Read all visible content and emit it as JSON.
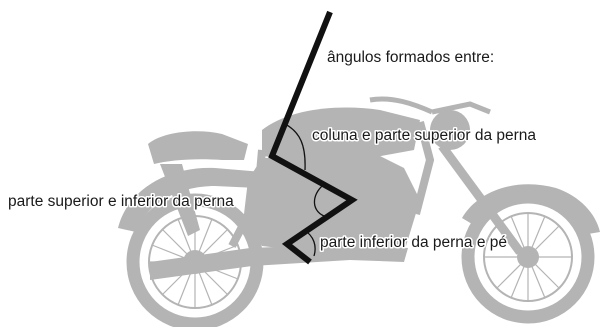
{
  "labels": {
    "heading": "ângulos formados entre:",
    "angle_trunk_thigh": "coluna e parte superior da perna",
    "angle_knee": "parte superior e inferior da perna",
    "angle_ankle": "parte inferior da perna e pé"
  },
  "colors": {
    "motorcycle": "#b4b4b4",
    "leg_line": "#111111",
    "text": "#1a1a1a"
  }
}
